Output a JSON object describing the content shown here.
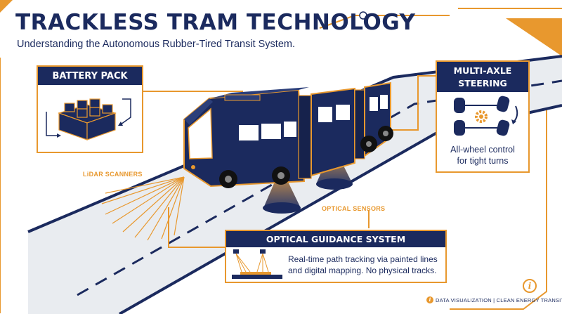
{
  "header": {
    "title": "TRACKLESS TRAM TECHNOLOGY",
    "subtitle": "Understanding the Autonomous Rubber-Tired Transit System."
  },
  "callouts": {
    "battery": {
      "title": "BATTERY PACK"
    },
    "steering": {
      "title_line1": "MULTI-AXLE",
      "title_line2": "STEERING",
      "caption_line1": "All-wheel control",
      "caption_line2": "for tight turns"
    },
    "guidance": {
      "title": "OPTICAL GUIDANCE SYSTEM",
      "text_line1": "Real-time path tracking via painted lines",
      "text_line2": "and digital mapping. No physical tracks."
    }
  },
  "labels": {
    "lidar": "LiDAR SCANNERS",
    "optical": "OPTICAL SENSORS"
  },
  "footer": {
    "text": "DATA VISUALIZATION | CLEAN ENERGY TRANSIT",
    "info_glyph": "i"
  },
  "colors": {
    "navy": "#1b2a5e",
    "orange": "#e8982e",
    "road": "#e9ecf0"
  },
  "icons": [
    "battery-icon",
    "tire-icon",
    "gear-icon",
    "rotate-arrow-icon",
    "sensor-icon",
    "info-icon"
  ]
}
